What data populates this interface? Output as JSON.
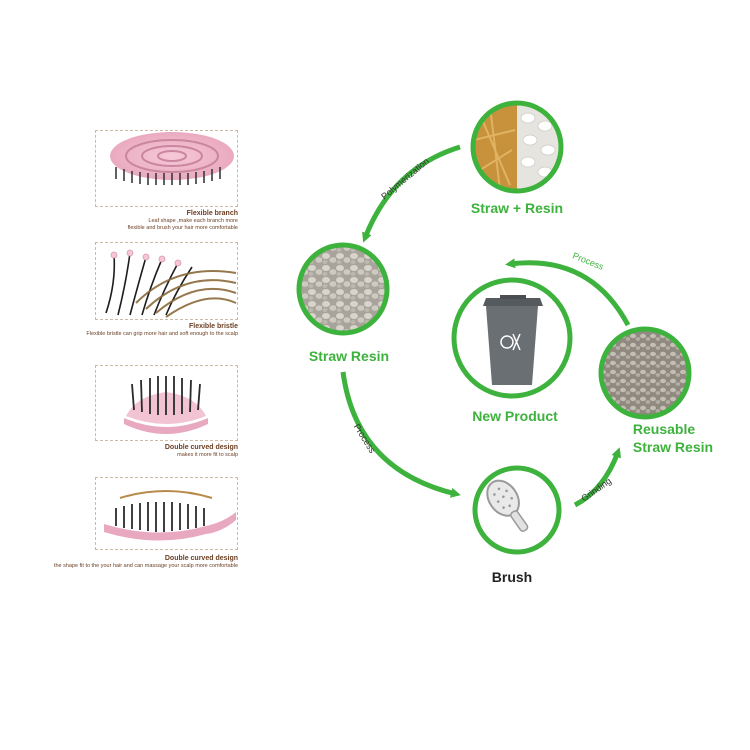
{
  "features": [
    {
      "title": "Flexible branch",
      "desc_lines": [
        "Leaf shape ,make each branch more",
        "flexible and brush your hair more comfortable"
      ]
    },
    {
      "title": "Flexible bristle",
      "desc_lines": [
        "Flexible bristle can grip more hair and soft enough to the scalp"
      ]
    },
    {
      "title": "Double curved design",
      "desc_lines": [
        "makes it more fit to scalp"
      ]
    },
    {
      "title": "Double curved design",
      "desc_lines": [
        "the shape fit to the your hair and can massage your scalp more comfortable"
      ]
    }
  ],
  "cycle": {
    "nodes": {
      "straw_resin_raw": "Straw + Resin",
      "straw_resin": "Straw Resin",
      "new_product": "New Product",
      "reusable_line1": "Reusable",
      "reusable_line2": "Straw Resin",
      "brush": "Brush"
    },
    "edges": {
      "polymerization": "Polymerization",
      "process_left": "Process",
      "grinding": "Grinding",
      "process_top": "Process"
    }
  },
  "colors": {
    "accent_green": "#3db23d",
    "caption_brown": "#6b3f24",
    "brush_pink": "#e8a9c0"
  }
}
